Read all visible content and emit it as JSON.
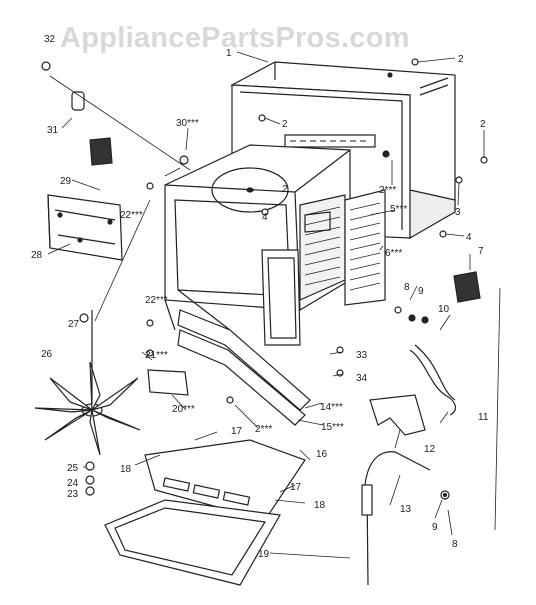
{
  "watermark": "AppliancePartsPros.com",
  "callouts": [
    {
      "id": "c1",
      "label": "1"
    },
    {
      "id": "c2a",
      "label": "2"
    },
    {
      "id": "c2b",
      "label": "2"
    },
    {
      "id": "c2c",
      "label": "2"
    },
    {
      "id": "c2d",
      "label": "2"
    },
    {
      "id": "c2e",
      "label": "2***"
    },
    {
      "id": "c2f",
      "label": "2***"
    },
    {
      "id": "c3",
      "label": "3"
    },
    {
      "id": "c4a",
      "label": "4"
    },
    {
      "id": "c4b",
      "label": "4"
    },
    {
      "id": "c5",
      "label": "5***"
    },
    {
      "id": "c6",
      "label": "6***"
    },
    {
      "id": "c7",
      "label": "7"
    },
    {
      "id": "c8a",
      "label": "8"
    },
    {
      "id": "c8b",
      "label": "8"
    },
    {
      "id": "c9a",
      "label": "9"
    },
    {
      "id": "c9b",
      "label": "9"
    },
    {
      "id": "c10",
      "label": "10"
    },
    {
      "id": "c11",
      "label": "11"
    },
    {
      "id": "c12",
      "label": "12"
    },
    {
      "id": "c13",
      "label": "13"
    },
    {
      "id": "c14",
      "label": "14***"
    },
    {
      "id": "c15",
      "label": "15***"
    },
    {
      "id": "c16",
      "label": "16"
    },
    {
      "id": "c17a",
      "label": "17"
    },
    {
      "id": "c17b",
      "label": "17"
    },
    {
      "id": "c18a",
      "label": "18"
    },
    {
      "id": "c18b",
      "label": "18"
    },
    {
      "id": "c19",
      "label": "19"
    },
    {
      "id": "c20",
      "label": "20***"
    },
    {
      "id": "c21",
      "label": "21***"
    },
    {
      "id": "c22a",
      "label": "22***"
    },
    {
      "id": "c22b",
      "label": "22***"
    },
    {
      "id": "c23",
      "label": "23"
    },
    {
      "id": "c24",
      "label": "24"
    },
    {
      "id": "c25",
      "label": "25"
    },
    {
      "id": "c26",
      "label": "26"
    },
    {
      "id": "c27",
      "label": "27"
    },
    {
      "id": "c28",
      "label": "28"
    },
    {
      "id": "c29",
      "label": "29"
    },
    {
      "id": "c30",
      "label": "30***"
    },
    {
      "id": "c31",
      "label": "31"
    },
    {
      "id": "c32",
      "label": "32"
    },
    {
      "id": "c33",
      "label": "33"
    },
    {
      "id": "c34",
      "label": "34"
    }
  ]
}
